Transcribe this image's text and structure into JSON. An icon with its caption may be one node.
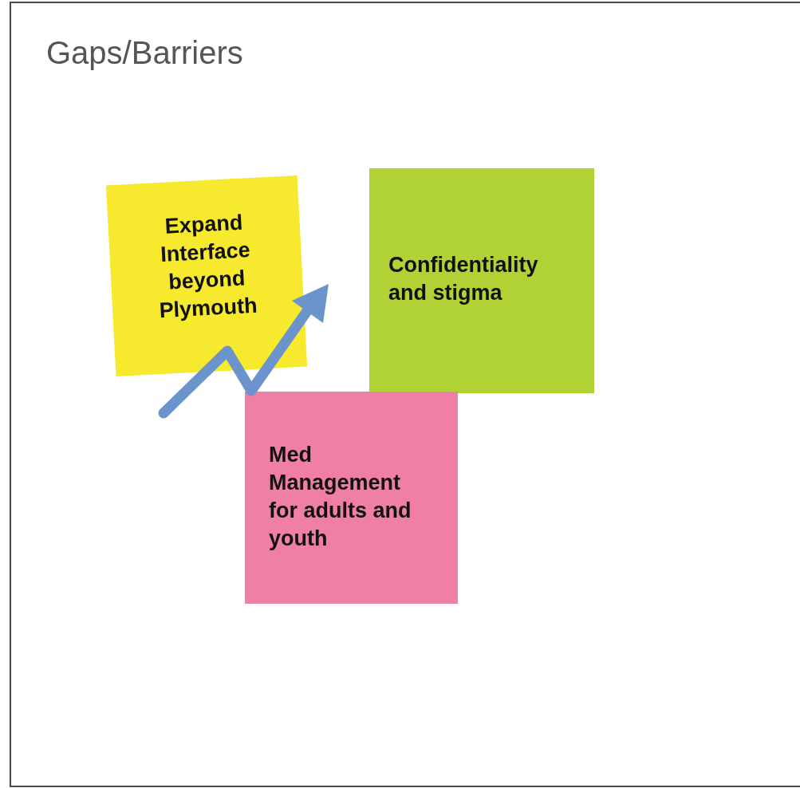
{
  "diagram": {
    "nodes": [
      {
        "text": [
          "Gaps/Barriers"
        ]
      },
      {
        "text": [
          "Expand Interface beyond Plymouth"
        ],
        "in": 0
      },
      {
        "text": [
          "Confidentiality and stigma"
        ],
        "in": 0
      },
      {
        "text": [
          "Med Management for adults and youth"
        ],
        "in": 0
      }
    ],
    "edges": []
  }
}
